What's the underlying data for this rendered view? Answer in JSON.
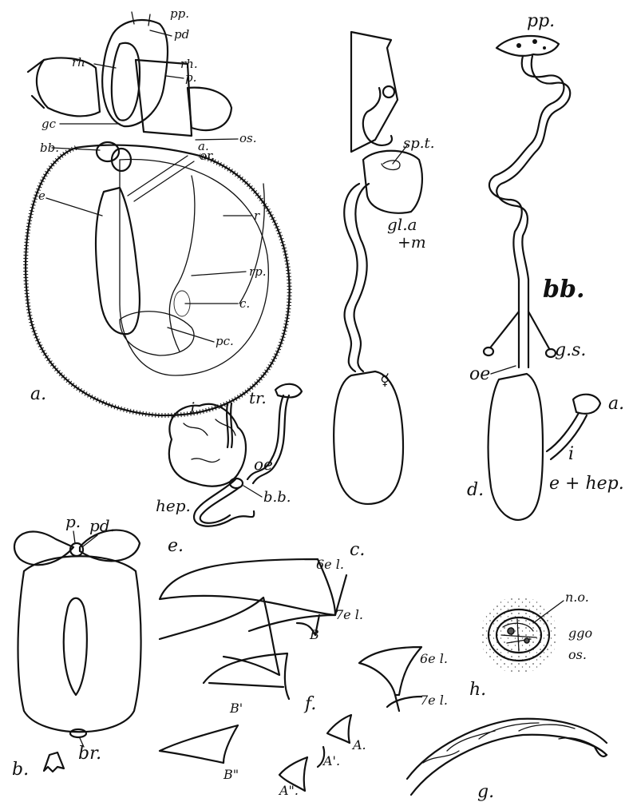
{
  "figures": {
    "a": {
      "caption": "a.",
      "labels": [
        "pp.",
        "pd",
        "rh",
        "rh.",
        "p.",
        "gc",
        "bb.",
        "e",
        "os.",
        "a.",
        "or.",
        "r",
        "rp.",
        "c.",
        "pc."
      ]
    },
    "b": {
      "caption": "b.",
      "labels": [
        "p.",
        "pd.",
        "br."
      ]
    },
    "c": {
      "caption": "c.",
      "labels": [
        "sp.t.",
        "gl.a",
        "+m",
        "☿"
      ]
    },
    "d": {
      "caption": "d.",
      "labels": [
        "pp.",
        "bb.",
        "g.s.",
        "oe",
        "a.",
        "i",
        "e + hep."
      ]
    },
    "e": {
      "caption": "e.",
      "labels": [
        "i.",
        "tr.",
        "oe",
        "hep.",
        "b.b."
      ]
    },
    "f": {
      "caption": "f.",
      "labels": [
        "6e l.",
        "7e l.",
        "B",
        "B'",
        "B\"",
        "6e l.",
        "7e l.",
        "A.",
        "A'.",
        "A\"."
      ]
    },
    "g": {
      "caption": "g."
    },
    "h": {
      "caption": "h.",
      "labels": [
        "n.o.",
        "ggo",
        "os."
      ]
    }
  }
}
